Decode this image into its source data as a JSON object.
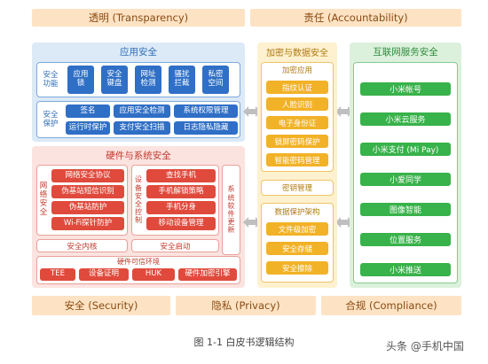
{
  "top_bands": {
    "transparency": "透明 (Transparency)",
    "accountability": "责任 (Accountability)"
  },
  "bottom_bands": {
    "security": "安全 (Security)",
    "privacy": "隐私 (Privacy)",
    "compliance": "合规 (Compliance)"
  },
  "app_security": {
    "title": "应用安全",
    "function_label": "安全\n功能",
    "functions": [
      "应用\n锁",
      "安全\n键盘",
      "网址\n检测",
      "骚扰\n拦截",
      "私密\n空间"
    ],
    "protect_label": "安全\n保护",
    "protect_row1": [
      "签名",
      "应用安全检测",
      "系统权限管理"
    ],
    "protect_row2": [
      "运行时保护",
      "支付安全扫描",
      "日志隐私隐藏"
    ]
  },
  "hw_sys": {
    "title": "硬件与系统安全",
    "net_label": "网\n络\n安\n全",
    "net_items": [
      "网络安全协议",
      "伪基站短信识别",
      "伪基站防护",
      "Wi-Fi探针防护"
    ],
    "dev_label": "设\n备\n安\n全\n控\n制",
    "dev_items": [
      "查找手机",
      "手机解锁策略",
      "手机分身",
      "移动设备管理"
    ],
    "sys_update_label": "系\n统\n软\n件\n更\n新",
    "kernel": "安全内核",
    "secure_boot": "安全启动",
    "trusted_env_title": "硬件可信环境",
    "trusted_items": [
      "TEE",
      "设备证明",
      "HUK",
      "硬件加密引擎"
    ]
  },
  "crypto": {
    "title": "加密与数据安全",
    "app_title": "加密应用",
    "app_items": [
      "指纹认证",
      "人脸识别",
      "电子身份证",
      "锁屏密码保护",
      "智能密码管理"
    ],
    "key_mgmt": "密钥管理",
    "protect_title": "数据保护架构",
    "protect_items": [
      "文件级加密",
      "安全存储",
      "安全擦除"
    ]
  },
  "internet": {
    "title": "互联网服务安全",
    "items": [
      "小米帐号",
      "小米云服务",
      "小米支付 (Mi Pay)",
      "小爱同学",
      "图像智能",
      "位置服务",
      "小米推送"
    ]
  },
  "caption": "图 1-1 白皮书逻辑结构",
  "watermark": "头条 @手机中国",
  "colors": {
    "blue": "#2f6fc6",
    "red": "#e04a3c",
    "yellow": "#f2b227",
    "green": "#38b24a",
    "band": "#fde3c4"
  }
}
